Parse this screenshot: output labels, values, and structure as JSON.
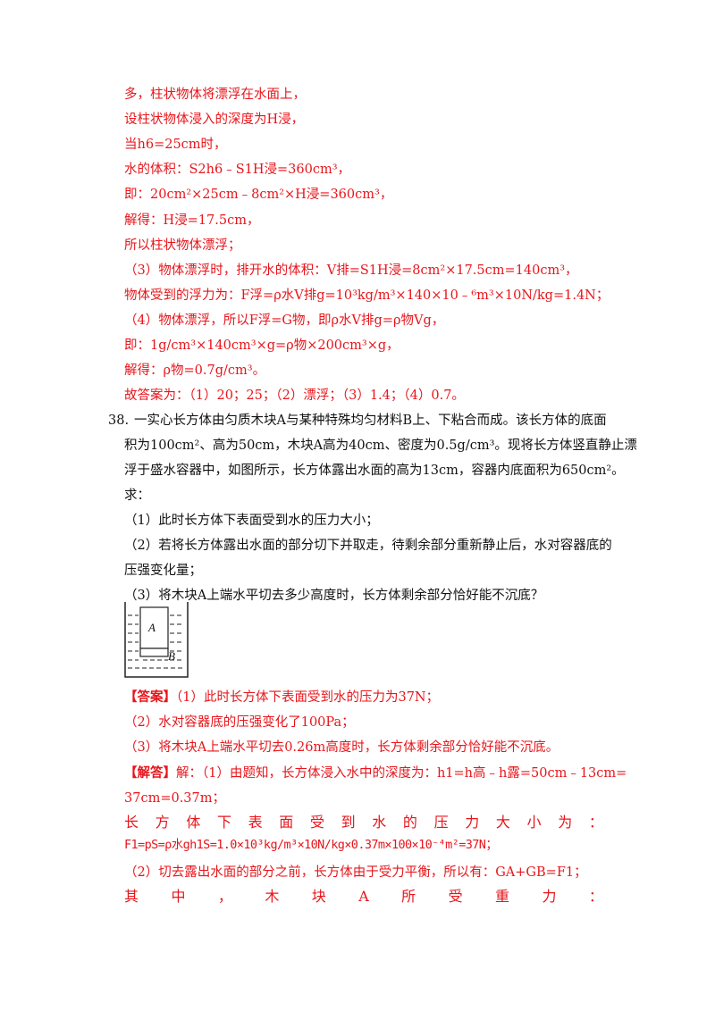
{
  "solution_prev": {
    "lines": [
      "多，柱状物体将漂浮在水面上，",
      "设柱状物体浸入的深度为H浸，",
      "当h6=25cm时，",
      "水的体积：S2h6﹣S1H浸=360cm³，",
      "即：20cm²×25cm﹣8cm²×H浸=360cm³，",
      "解得：H浸=17.5cm，",
      "所以柱状物体漂浮；",
      "（3）物体漂浮时，排开水的体积：V排=S1H浸=8cm²×17.5cm=140cm³，",
      "物体受到的浮力为：F浮=ρ水V排g=10³kg/m³×140×10﹣⁶m³×10N/kg=1.4N；",
      "（4）物体漂浮，所以F浮=G物，即ρ水V排g=ρ物Vg，",
      "即：1g/cm³×140cm³×g=ρ物×200cm³×g，",
      "解得：ρ物=0.7g/cm³。",
      "故答案为：（1）20；25；（2）漂浮；（3）1.4；（4）0.7。"
    ]
  },
  "question": {
    "number": "38.",
    "stem": [
      "一实心长方体由匀质木块A与某种特殊均匀材料B上、下粘合而成。该长方体的底面",
      "积为100cm²、高为50cm，木块A高为40cm、密度为0.5g/cm³。现将长方体竖直静止漂",
      "浮于盛水容器中，如图所示，长方体露出水面的高为13cm，容器内底面积为650cm²。",
      "求："
    ],
    "parts": [
      "（1）此时长方体下表面受到水的压力大小；",
      "（2）若将长方体露出水面的部分切下并取走，待剩余部分重新静止后，水对容器底的",
      "压强变化量；",
      "（3）将木块A上端水平切去多少高度时，长方体剩余部分恰好能不沉底？"
    ],
    "figure": {
      "label_a": "A",
      "label_b": "B"
    }
  },
  "answer": {
    "tag": "【答案】",
    "line1": "（1）此时长方体下表面受到水的压力为37N；",
    "line2": "（2）水对容器底的压强变化了100Pa；",
    "line3": "（3）将木块A上端水平切去0.26m高度时，长方体剩余部分恰好能不沉底。"
  },
  "analysis": {
    "tag": "【解答】",
    "line1": "解：（1）由题知，长方体浸入水中的深度为：h1=h高﹣h露=50cm﹣13cm=",
    "line2": "37cm=0.37m；",
    "spread_line": [
      "长",
      "方",
      "体",
      "下",
      "表",
      "面",
      "受",
      "到",
      "水",
      "的",
      "压",
      "力",
      "大",
      "小",
      "为",
      "："
    ],
    "formula": "F1=pS=ρ水gh1S=1.0×10³kg/m³×10N/kg×0.37m×100×10⁻⁴m²=37N；",
    "line4": "（2）切去露出水面的部分之前，长方体由于受力平衡，所以有：GA+GB=F1；",
    "last_line": [
      "其",
      "中",
      "，",
      "木",
      "块",
      "A",
      "所",
      "受",
      "重",
      "力",
      "："
    ]
  },
  "colors": {
    "answer_red": "#e8151b",
    "text_black": "#111111"
  }
}
